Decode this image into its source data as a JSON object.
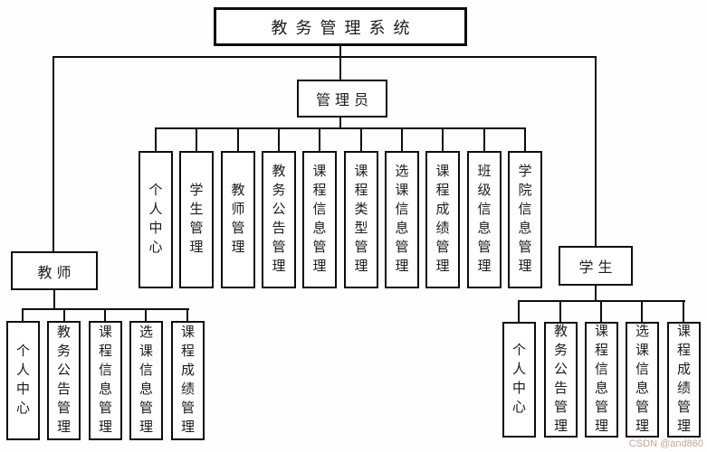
{
  "diagram": {
    "title": "教务管理系统",
    "root": {
      "label": "教务管理系统"
    },
    "admin": {
      "label": "管理员",
      "children": [
        "个人中心",
        "学生管理",
        "教师管理",
        "教务公告管理",
        "课程信息管理",
        "课程类型管理",
        "选课信息管理",
        "课程成绩管理",
        "班级信息管理",
        "学院信息管理"
      ]
    },
    "teacher": {
      "label": "教师",
      "children": [
        "个人中心",
        "教务公告管理",
        "课程信息管理",
        "选课信息管理",
        "课程成绩管理"
      ]
    },
    "student": {
      "label": "学生",
      "children": [
        "个人中心",
        "教务公告管理",
        "课程信息管理",
        "选课信息管理",
        "课程成绩管理"
      ]
    },
    "watermark": "CSDN @and860",
    "colors": {
      "line": "#0d0d0d",
      "box_border": "#0d0d0d",
      "box_fill": "#ffffff",
      "background": "#fefefe",
      "watermark": "#c9a396"
    }
  }
}
